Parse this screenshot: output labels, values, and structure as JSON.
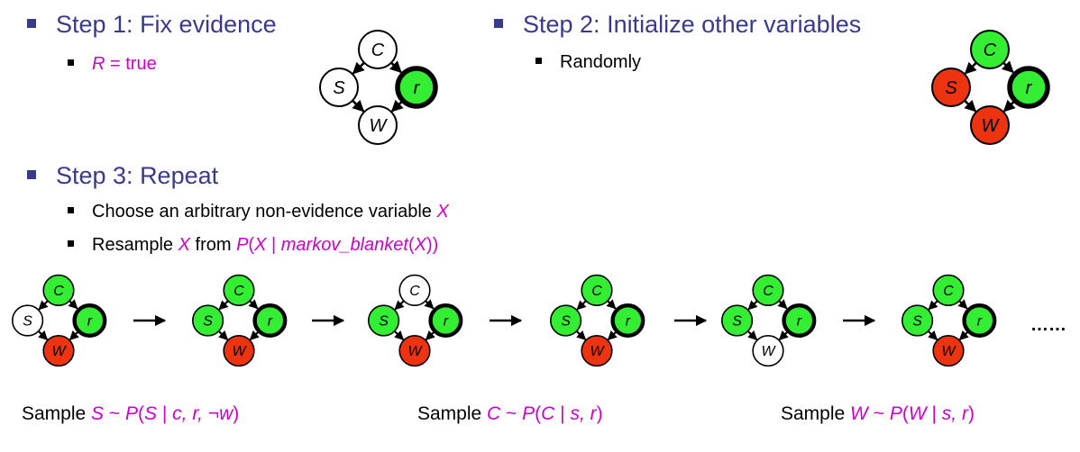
{
  "steps": {
    "step1": {
      "title": "Step 1: Fix evidence",
      "sub_var": "R",
      "sub_rest": " = true"
    },
    "step2": {
      "title": "Step 2: Initialize other variables",
      "sub": "Randomly"
    },
    "step3": {
      "title": "Step 3: Repeat",
      "sub1_text": "Choose an arbitrary non-evidence variable ",
      "sub1_var": "X",
      "sub2_pre": "Resample ",
      "sub2_var": "X",
      "sub2_mid": " from ",
      "sub2_p": "P",
      "sub2_paren_open": "(",
      "sub2_x": "X",
      "sub2_bar": " | ",
      "sub2_mb": "markov_blanket",
      "sub2_paren2_open": "(",
      "sub2_x2": "X",
      "sub2_close": "))"
    }
  },
  "node_labels": {
    "C": "C",
    "S": "S",
    "R": "r",
    "W": "W"
  },
  "colors": {
    "green": "#33ee33",
    "red": "#ee3311",
    "white": "#ffffff",
    "step_blue": "#3a3a8c",
    "magenta": "#cc00cc"
  },
  "networks": {
    "step1": {
      "C": "white",
      "S": "white",
      "R": "green",
      "W": "white"
    },
    "step2": {
      "C": "green",
      "S": "red",
      "R": "green",
      "W": "red"
    },
    "sequence": [
      {
        "C": "green",
        "S": "white",
        "R": "green",
        "W": "red"
      },
      {
        "C": "green",
        "S": "green",
        "R": "green",
        "W": "red"
      },
      {
        "C": "white",
        "S": "green",
        "R": "green",
        "W": "red"
      },
      {
        "C": "green",
        "S": "green",
        "R": "green",
        "W": "red"
      },
      {
        "C": "green",
        "S": "green",
        "R": "green",
        "W": "white"
      },
      {
        "C": "green",
        "S": "green",
        "R": "green",
        "W": "red"
      }
    ]
  },
  "ellipsis": "……",
  "captions": [
    {
      "pre": "Sample ",
      "var": "S",
      "tilde": " ~ ",
      "p": "P",
      "open": "(",
      "x": "S",
      "bar": " | ",
      "cond": "c, r, ¬w",
      "close": ")"
    },
    {
      "pre": "Sample ",
      "var": "C",
      "tilde": " ~ ",
      "p": "P",
      "open": "(",
      "x": "C",
      "bar": " | ",
      "cond": "s, r",
      "close": ")"
    },
    {
      "pre": "Sample ",
      "var": "W",
      "tilde": " ~ ",
      "p": "P",
      "open": "(",
      "x": "W",
      "bar": " | ",
      "cond": "s, r",
      "close": ")"
    }
  ]
}
